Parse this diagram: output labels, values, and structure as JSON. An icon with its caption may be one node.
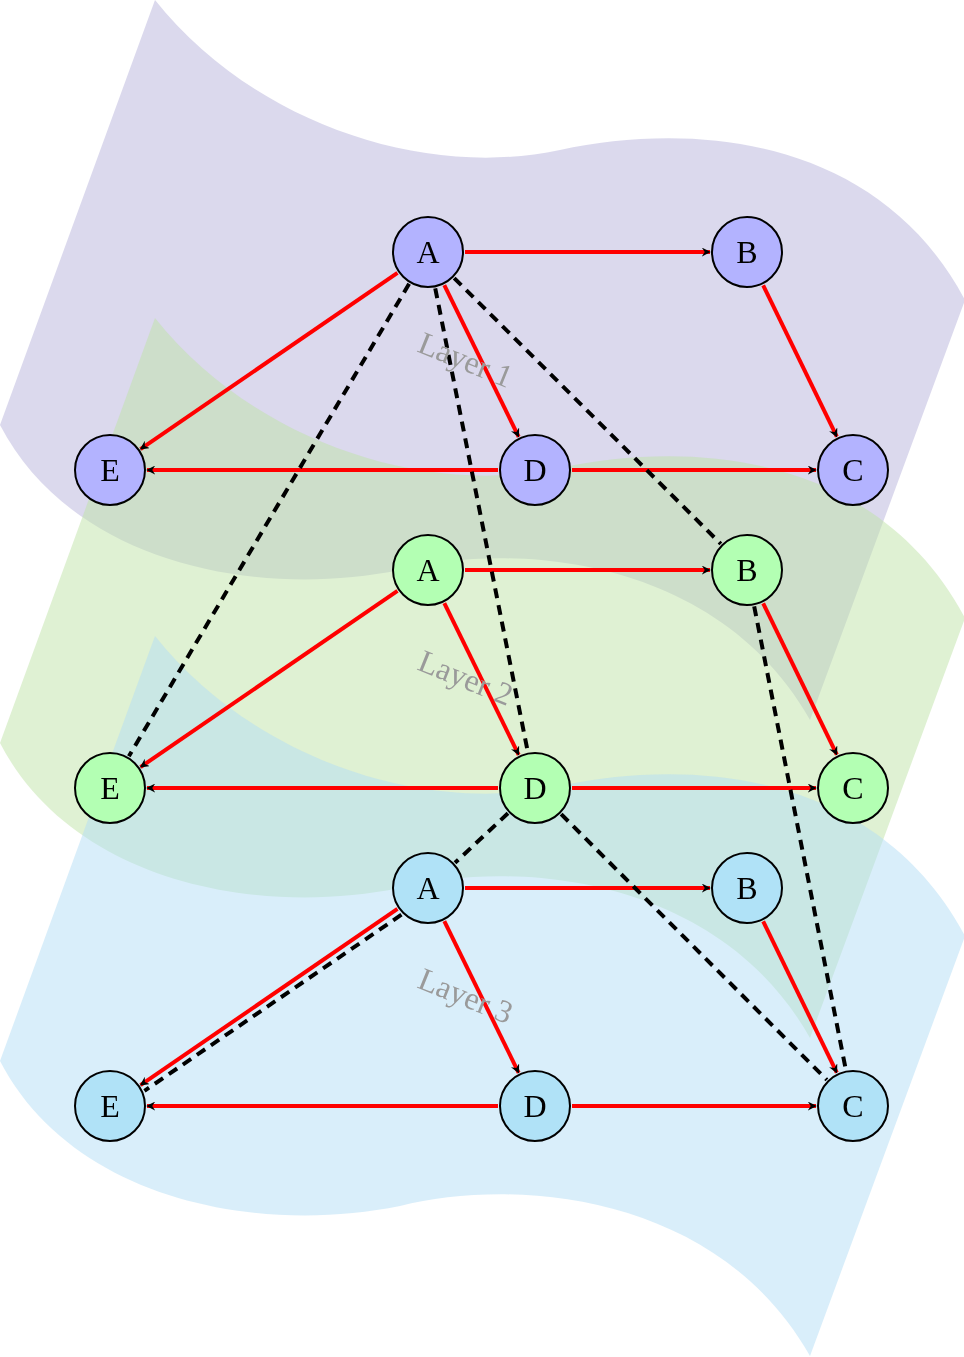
{
  "diagram": {
    "nodes": [
      {
        "text": [
          "A"
        ]
      },
      {
        "text": [
          "B"
        ]
      },
      {
        "text": [
          "E"
        ]
      },
      {
        "text": [
          "D"
        ]
      },
      {
        "text": [
          "C"
        ]
      },
      {
        "text": [
          "A"
        ]
      },
      {
        "text": [
          "B"
        ]
      },
      {
        "text": [
          "E"
        ]
      },
      {
        "text": [
          "D"
        ]
      },
      {
        "text": [
          "C"
        ]
      },
      {
        "text": [
          "A"
        ]
      },
      {
        "text": [
          "B"
        ]
      },
      {
        "text": [
          "E"
        ]
      },
      {
        "text": [
          "D"
        ]
      },
      {
        "text": [
          "C"
        ]
      }
    ],
    "edges": [
      {
        "from": 0,
        "to": 1,
        "arrow": "to"
      },
      {
        "from": 1,
        "to": 4,
        "arrow": "to"
      },
      {
        "from": 0,
        "to": 2,
        "arrow": "to"
      },
      {
        "from": 0,
        "to": 3,
        "arrow": "to"
      },
      {
        "from": 3,
        "to": 2,
        "arrow": "to"
      },
      {
        "from": 3,
        "to": 4,
        "arrow": "to"
      },
      {
        "from": 5,
        "to": 6,
        "arrow": "to"
      },
      {
        "from": 6,
        "to": 9,
        "arrow": "to"
      },
      {
        "from": 5,
        "to": 7,
        "arrow": "to"
      },
      {
        "from": 5,
        "to": 8,
        "arrow": "to"
      },
      {
        "from": 8,
        "to": 7,
        "arrow": "to"
      },
      {
        "from": 8,
        "to": 9,
        "arrow": "to"
      },
      {
        "from": 10,
        "to": 11,
        "arrow": "to"
      },
      {
        "from": 11,
        "to": 14,
        "arrow": "to"
      },
      {
        "from": 10,
        "to": 12,
        "arrow": "to"
      },
      {
        "from": 10,
        "to": 13,
        "arrow": "to"
      },
      {
        "from": 13,
        "to": 12,
        "arrow": "to"
      },
      {
        "from": 13,
        "to": 14,
        "arrow": "to"
      },
      {
        "from": 0,
        "to": 7,
        "arrow": "none",
        "style": "dashed",
        "color": "#000000"
      },
      {
        "from": 0,
        "to": 8,
        "arrow": "none",
        "style": "dashed",
        "color": "#000000"
      },
      {
        "from": 0,
        "to": 6,
        "arrow": "none",
        "style": "dashed",
        "color": "#000000"
      },
      {
        "from": 6,
        "to": 14,
        "arrow": "none",
        "style": "dashed",
        "color": "#000000"
      },
      {
        "from": 8,
        "to": 14,
        "arrow": "none",
        "style": "dashed",
        "color": "#000000"
      },
      {
        "from": 8,
        "to": 10,
        "arrow": "none",
        "style": "dashed",
        "color": "#000000"
      },
      {
        "from": 10,
        "to": 12,
        "arrow": "none",
        "style": "dashed",
        "color": "#000000"
      }
    ],
    "labels": [
      "Layer 1",
      "Layer 2",
      "Layer 3"
    ]
  }
}
